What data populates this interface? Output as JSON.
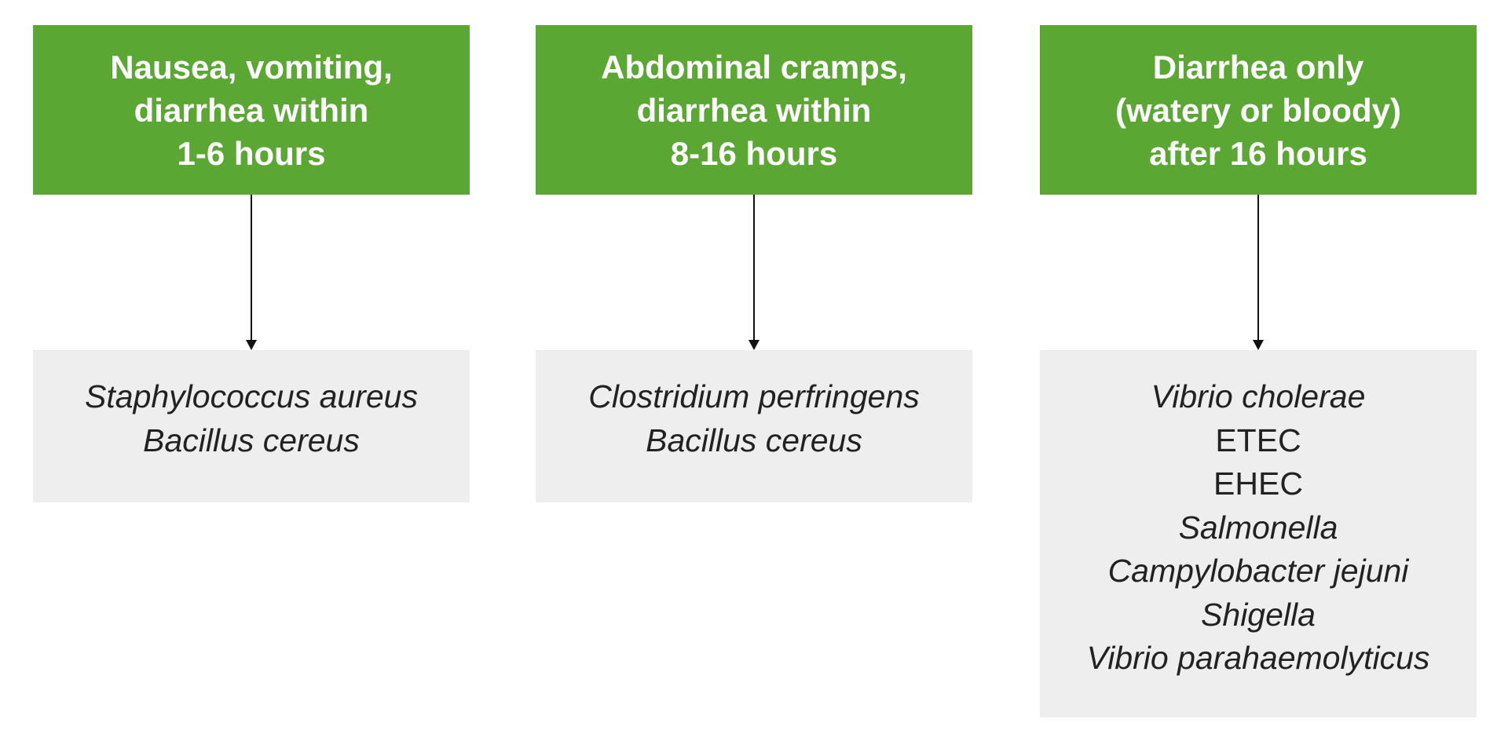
{
  "columns": [
    {
      "header": "Nausea, vomiting,\ndiarrhea within\n1-6 hours",
      "organisms": [
        {
          "name": "Staphylococcus aureus",
          "italic": true
        },
        {
          "name": "Bacillus cereus",
          "italic": true
        }
      ]
    },
    {
      "header": "Abdominal cramps,\ndiarrhea within\n8-16 hours",
      "organisms": [
        {
          "name": "Clostridium perfringens",
          "italic": true
        },
        {
          "name": "Bacillus cereus",
          "italic": true
        }
      ]
    },
    {
      "header": "Diarrhea only\n(watery or bloody)\nafter 16 hours",
      "organisms": [
        {
          "name": "Vibrio cholerae",
          "italic": true
        },
        {
          "name": "ETEC",
          "italic": false
        },
        {
          "name": "EHEC",
          "italic": false
        },
        {
          "name": "Salmonella",
          "italic": true
        },
        {
          "name": "Campylobacter jejuni",
          "italic": true
        },
        {
          "name": "Shigella",
          "italic": true
        },
        {
          "name": "Vibrio parahaemolyticus",
          "italic": true
        }
      ]
    }
  ],
  "colors": {
    "header_bg": "#5aa833",
    "header_text": "#ffffff",
    "result_bg": "#eeeeee",
    "result_text": "#222222",
    "arrow": "#111111"
  }
}
